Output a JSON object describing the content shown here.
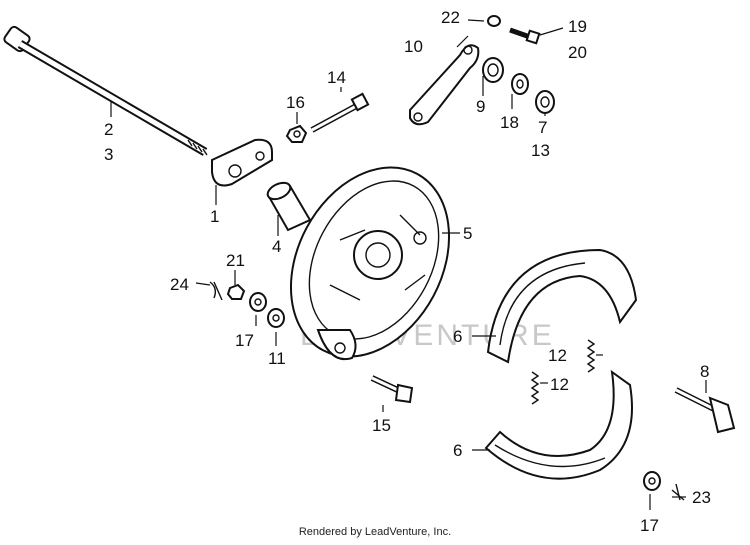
{
  "callouts": {
    "c1": "1",
    "c2": "2",
    "c3": "3",
    "c4": "4",
    "c5": "5",
    "c6a": "6",
    "c6b": "6",
    "c7": "7",
    "c8": "8",
    "c9": "9",
    "c10": "10",
    "c11": "11",
    "c12a": "12",
    "c12b": "12",
    "c13": "13",
    "c14": "14",
    "c15": "15",
    "c16": "16",
    "c17a": "17",
    "c17b": "17",
    "c18": "18",
    "c19": "19",
    "c20": "20",
    "c21": "21",
    "c22": "22",
    "c23": "23",
    "c24": "24"
  },
  "watermark": "LEADVENTURE",
  "footer": "Rendered by LeadVenture, Inc."
}
